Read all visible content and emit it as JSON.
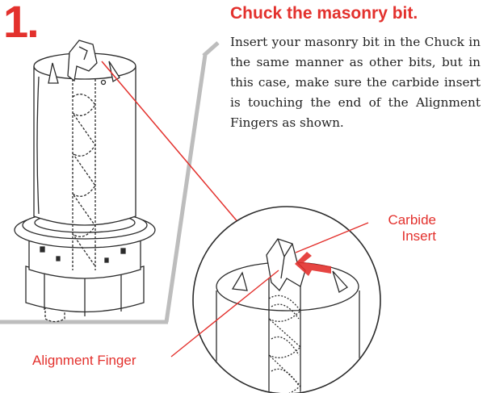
{
  "step": {
    "number": "1."
  },
  "heading": "Chuck the masonry bit.",
  "instruction": "Insert your masonry bit in the Chuck in the same manner as other bits, but in this case, make sure the carbide insert is touching the end of the Alignment Fingers as shown.",
  "callouts": {
    "carbide_line1": "Carbide",
    "carbide_line2": "Insert",
    "alignment_finger": "Alignment Finger"
  },
  "colors": {
    "accent": "#e3312d",
    "text": "#222222",
    "line_art": "#2b2b2b",
    "frame": "#bdbdbd"
  },
  "icons": {
    "arrow": "red-pointer-arrow"
  }
}
